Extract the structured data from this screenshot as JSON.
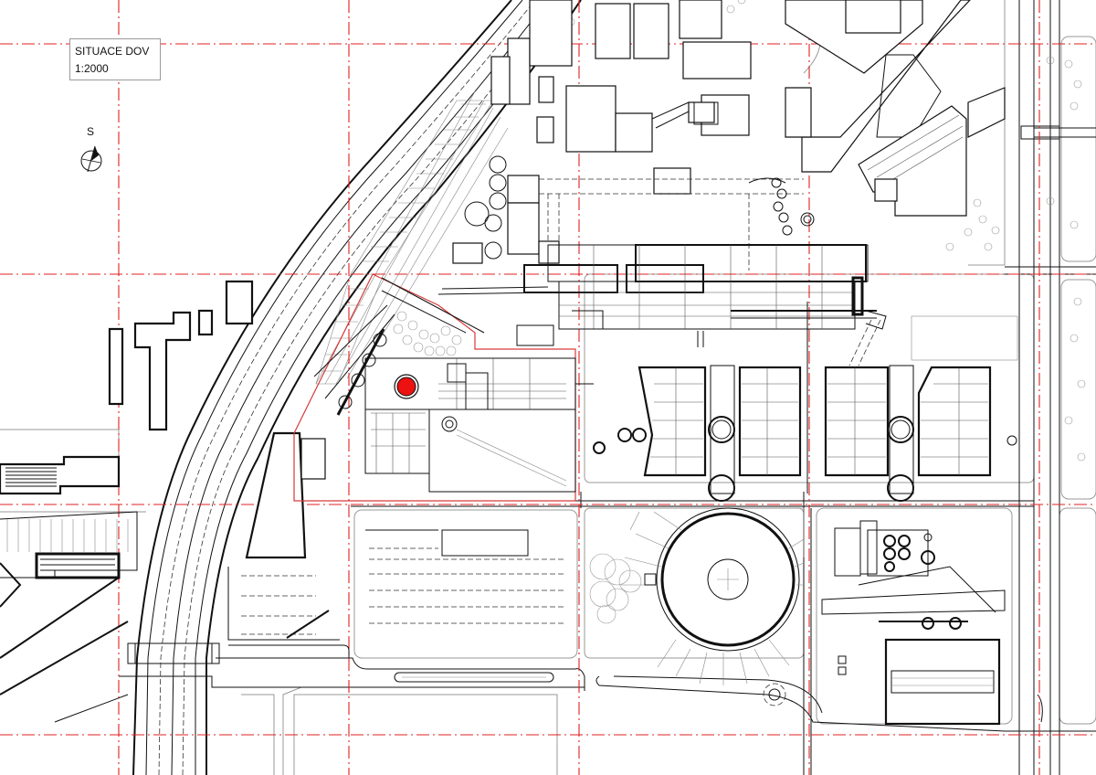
{
  "title": {
    "line1": "SITUACE DOV",
    "line2": "1:2000"
  },
  "north_arrow": {
    "label": "S"
  },
  "colors": {
    "grid": "#e02020",
    "linework": "#111111",
    "site_boundary": "#d63a3a",
    "marker": "#ee1111"
  },
  "icons": [
    "north-arrow-icon",
    "location-marker-icon"
  ]
}
